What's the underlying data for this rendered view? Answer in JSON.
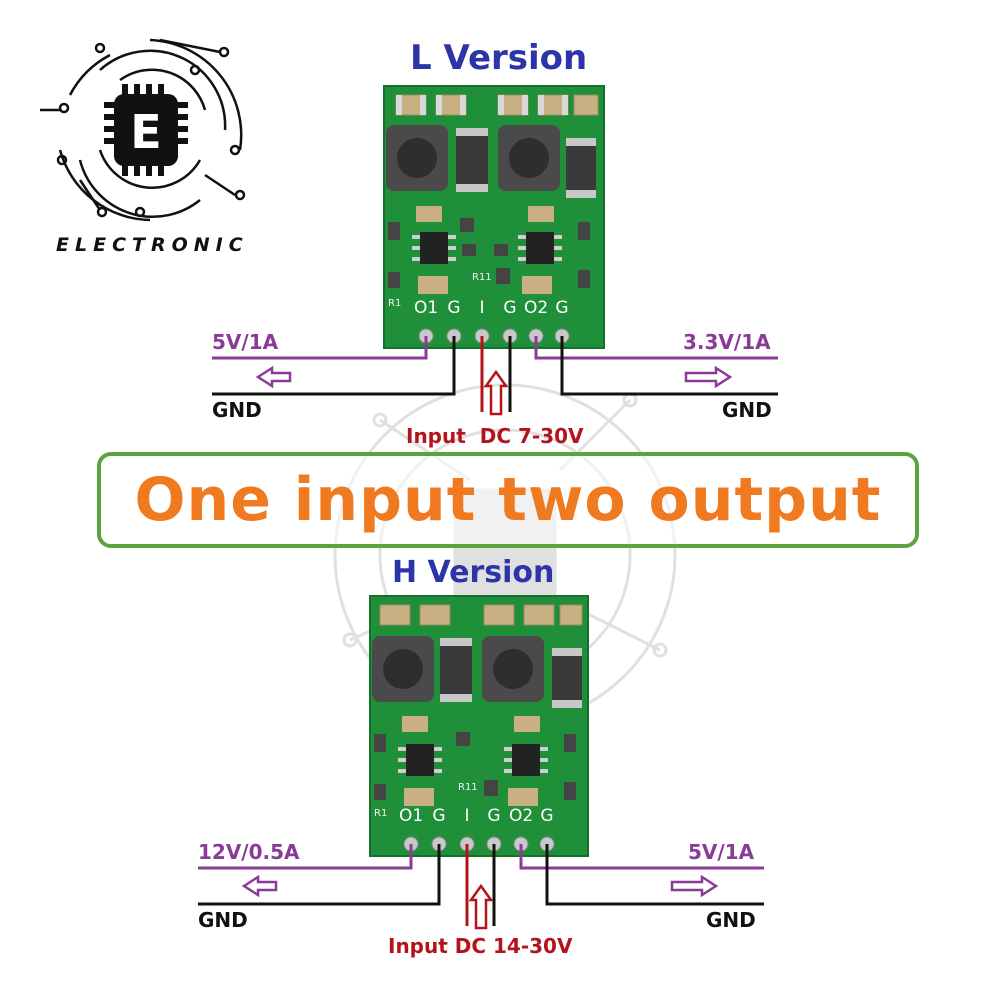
{
  "brand": {
    "name": "ELECTRONIC",
    "logo_letter": "E"
  },
  "banner": {
    "text": "One input two output"
  },
  "l_version": {
    "title": "L Version",
    "pins": [
      "O1",
      "G",
      "I",
      "G",
      "O2",
      "G"
    ],
    "resistor_labels": [
      "R1",
      "R11"
    ],
    "output_left": "5V/1A",
    "output_right": "3.3V/1A",
    "gnd_left": "GND",
    "gnd_right": "GND",
    "input": "Input  DC 7-30V"
  },
  "h_version": {
    "title": "H Version",
    "pins": [
      "O1",
      "G",
      "I",
      "G",
      "O2",
      "G"
    ],
    "resistor_labels": [
      "R1",
      "R11"
    ],
    "output_left": "12V/0.5A",
    "output_right": "5V/1A",
    "gnd_left": "GND",
    "gnd_right": "GND",
    "input": "Input DC 14-30V"
  },
  "colors": {
    "pcb": "#1f8f3a",
    "output_wire": "#8a3b97",
    "gnd_wire": "#111111",
    "input_wire": "#b3141b",
    "banner_border": "#5aa33d",
    "banner_text": "#ef7a1f",
    "version_title": "#2b35a8"
  }
}
